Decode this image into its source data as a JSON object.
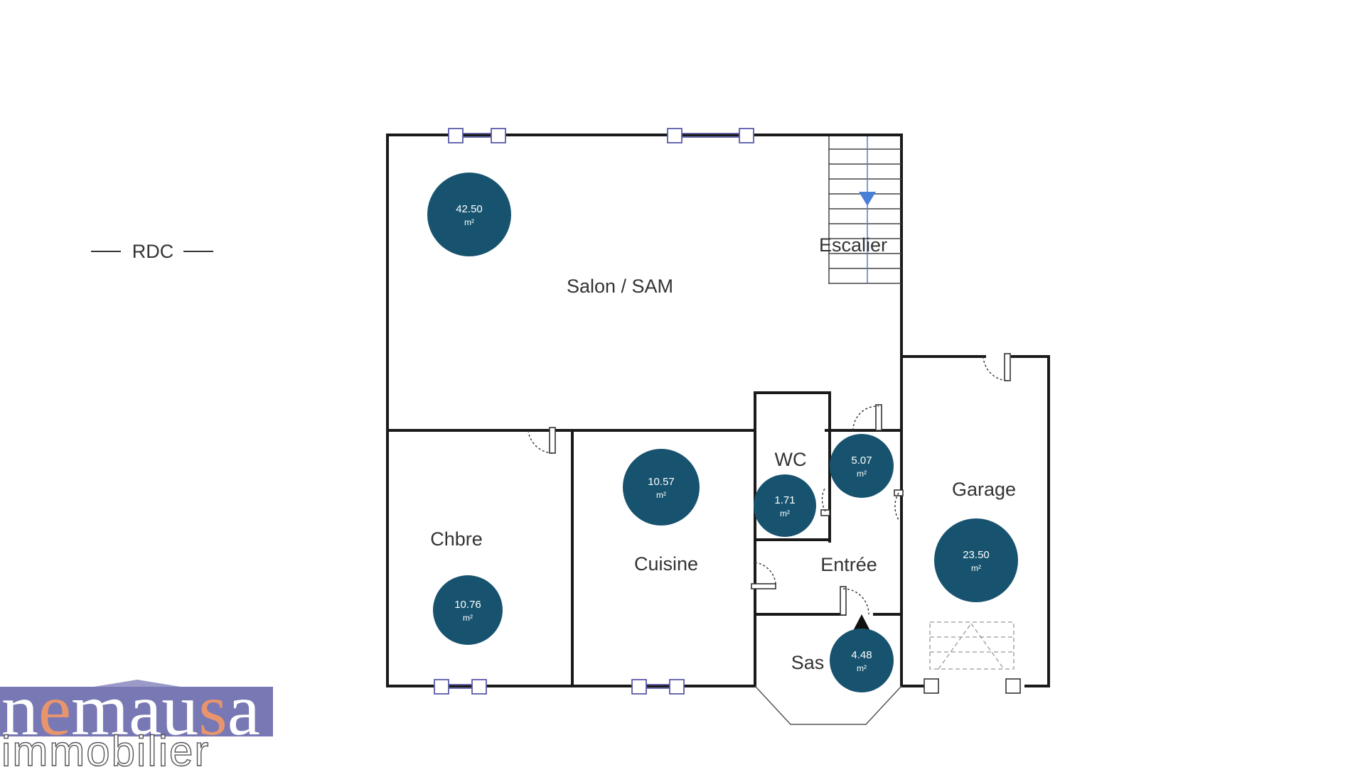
{
  "plan": {
    "level_label": "RDC",
    "rooms": [
      {
        "id": "salon",
        "name": "Salon / SAM",
        "area": "42.50",
        "unit": "m²"
      },
      {
        "id": "escalier",
        "name": "Escalier"
      },
      {
        "id": "chbre",
        "name": "Chbre",
        "area": "10.76",
        "unit": "m²"
      },
      {
        "id": "cuisine",
        "name": "Cuisine",
        "area": "10.57",
        "unit": "m²"
      },
      {
        "id": "wc",
        "name": "WC",
        "area": "1.71",
        "unit": "m²"
      },
      {
        "id": "entree",
        "name": "Entrée",
        "area": "5.07",
        "unit": "m²"
      },
      {
        "id": "sas",
        "name": "Sas",
        "area": "4.48",
        "unit": "m²"
      },
      {
        "id": "garage",
        "name": "Garage",
        "area": "23.50",
        "unit": "m²"
      }
    ],
    "colors": {
      "wall": "#1a1a1a",
      "area_badge": "#17536f",
      "window": "#5a5aa8",
      "stair_arrow": "#4a7fd8"
    }
  },
  "logo": {
    "wordmark": "nemausa",
    "tagline": "immobilier",
    "colors": {
      "panel": "#7878b4",
      "letters": "#ffffff",
      "accent": "#e8956e"
    }
  }
}
